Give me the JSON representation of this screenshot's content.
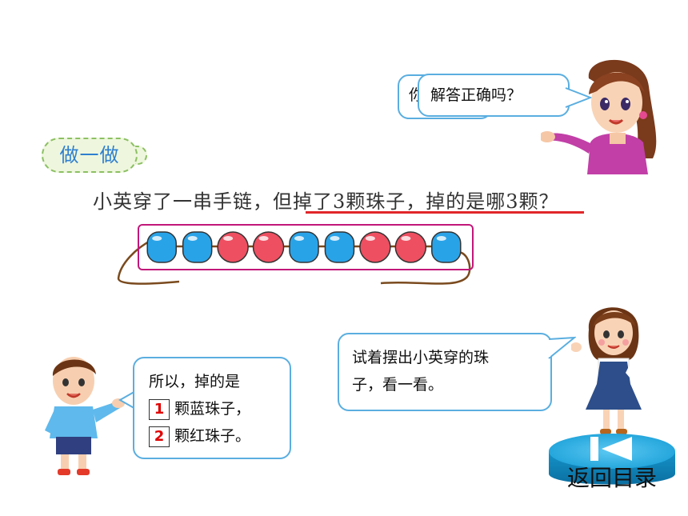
{
  "teacher_bubble": {
    "back_text": "你",
    "text": "解答正确吗？"
  },
  "activity_tag": "做一做",
  "question": {
    "prefix": "小英穿了一串手链，但",
    "underlined": "掉了3颗珠子，掉的是哪3颗",
    "suffix": "？"
  },
  "beads": [
    "blue",
    "blue",
    "red",
    "red",
    "blue",
    "blue",
    "red",
    "red",
    "blue"
  ],
  "colors": {
    "blue_bead": "#29a3e8",
    "red_bead": "#ee4f61",
    "frame": "#c2187a",
    "underline": "#e0262a",
    "bubble_border": "#5aaee0",
    "button": "#1aa0d8"
  },
  "boy_bubble": {
    "line1": "所以，掉的是",
    "blue_count": "1",
    "blue_text": "颗蓝珠子，",
    "red_count": "2",
    "red_text": "颗红珠子。"
  },
  "girl_bubble": {
    "line1": "试着摆出小英穿的珠",
    "line2": "子，看一看。"
  },
  "back_button": {
    "label": "返回目录",
    "icon": "skip-back-icon"
  }
}
